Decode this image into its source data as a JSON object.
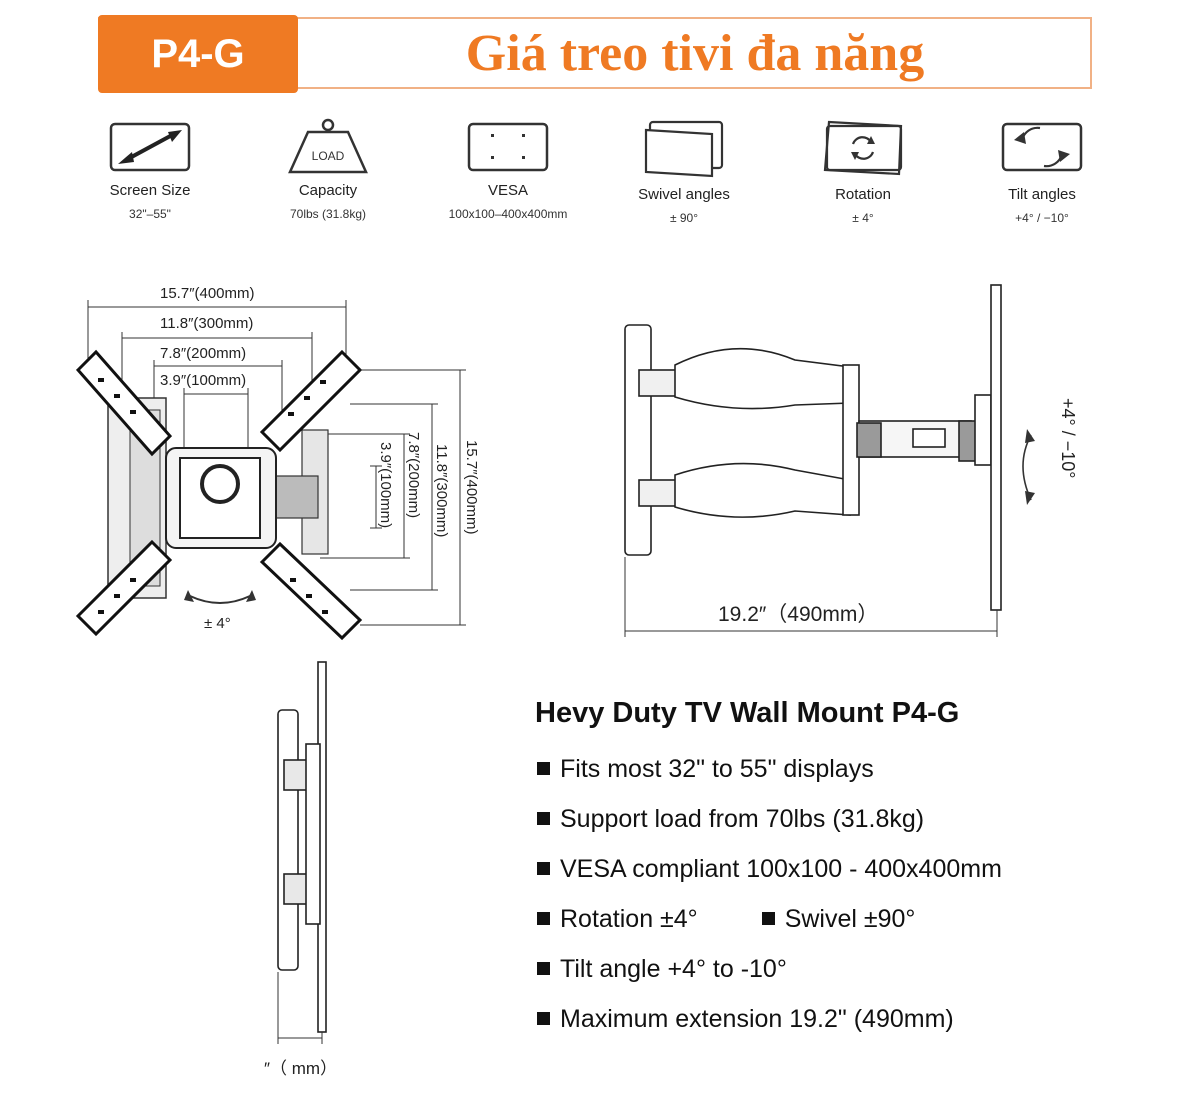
{
  "header": {
    "model_badge": "P4-G",
    "title": "Giá treo tivi đa năng",
    "brand_color": "#ef7a23"
  },
  "specs": [
    {
      "icon": "screen-size-icon",
      "label": "Screen Size",
      "value": "32\"–55\""
    },
    {
      "icon": "load-weight-icon",
      "label": "Capacity",
      "value": "70lbs (31.8kg)",
      "icon_text": "LOAD"
    },
    {
      "icon": "vesa-icon",
      "label": "VESA",
      "value": "100x100–400x400mm"
    },
    {
      "icon": "swivel-icon",
      "label": "Swivel angles",
      "value": "± 90°"
    },
    {
      "icon": "rotation-icon",
      "label": "Rotation",
      "value": "± 4°"
    },
    {
      "icon": "tilt-icon",
      "label": "Tilt angles",
      "value": "+4°  / −10°"
    }
  ],
  "front_view": {
    "h_dims": [
      "15.7″(400mm)",
      "11.8″(300mm)",
      "7.8″(200mm)",
      "3.9″(100mm)"
    ],
    "v_dims": [
      "3.9″(100mm)",
      "7.8″(200mm)",
      "11.8″(300mm)",
      "15.7″(400mm)"
    ],
    "rotation_label": "± 4°"
  },
  "side_view": {
    "extension_label": "19.2″（490mm）",
    "tilt_label": "+4°  / −10°"
  },
  "collapsed_view": {
    "depth_label": "″（    mm）"
  },
  "features": {
    "title": "Hevy Duty TV Wall Mount P4-G",
    "items": [
      "Fits most 32\" to 55\" displays",
      "Support load from 70lbs (31.8kg)",
      "VESA compliant 100x100 - 400x400mm",
      "Rotation ±4°",
      "Tilt angle +4° to -10°",
      "Maximum extension 19.2\" (490mm)"
    ],
    "secondary_item": "Swivel ±90°"
  }
}
